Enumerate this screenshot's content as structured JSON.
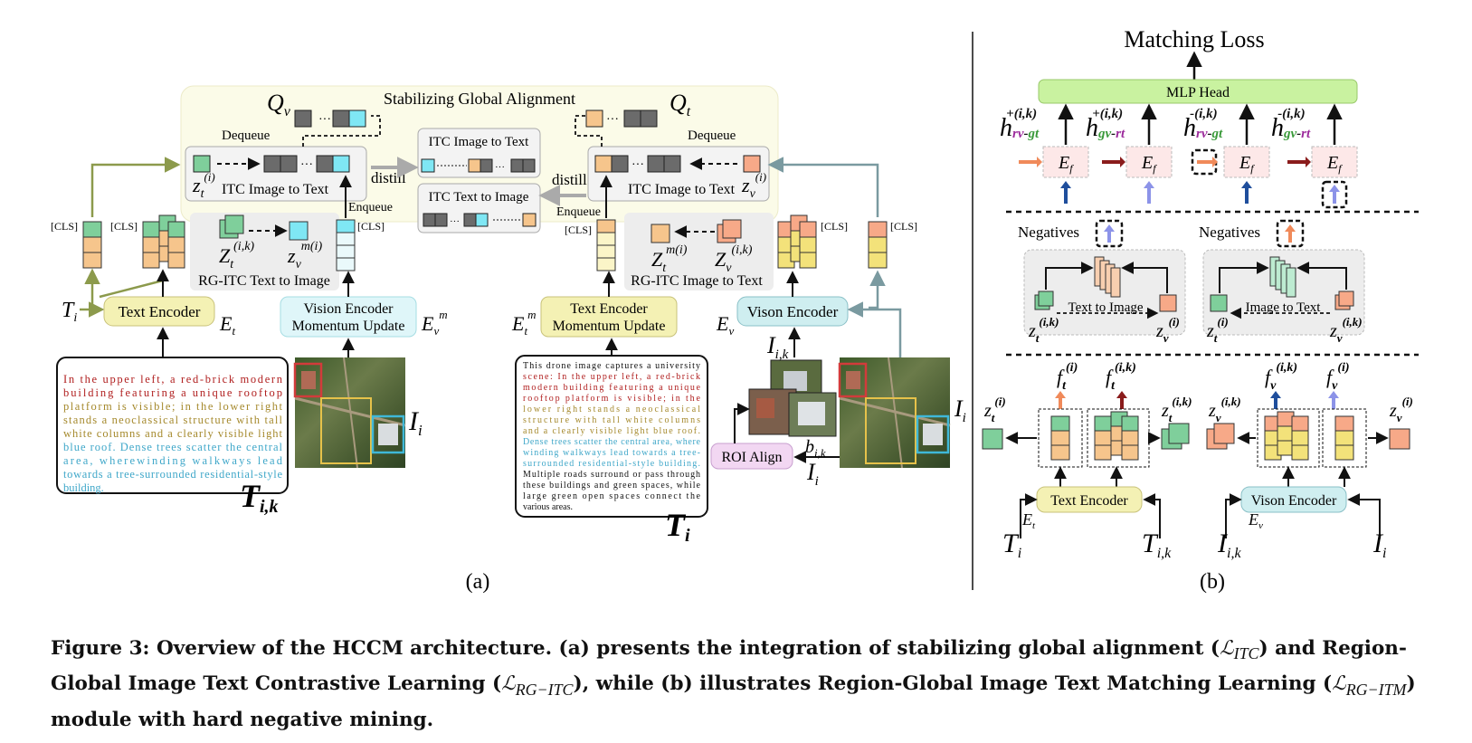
{
  "panel_a": {
    "label": "(a)",
    "stabilizing_title": "Stabilizing Global Alignment",
    "dequeue": "Dequeue",
    "enqueue": "Enqueue",
    "distill": "distill",
    "itc_image_to_text": "ITC Image to Text",
    "itc_text_to_image": "ITC Text to Image",
    "rg_itc_text_to_image": "RG-ITC Text to Image",
    "rg_itc_image_to_text": "RG-ITC Image to Text",
    "cls": "[CLS]",
    "text_encoder": "Text Encoder",
    "vision_encoder_momentum_1": "Vision Encoder",
    "vision_encoder_momentum_2": "Momentum Update",
    "text_encoder_momentum_1": "Text Encoder",
    "text_encoder_momentum_2": "Momentum Update",
    "vison_encoder": "Vison Encoder",
    "roi_align": "ROI Align",
    "caption_left": [
      {
        "text": "In the upper left, a red-brick modern",
        "color": "#b01e1e"
      },
      {
        "text": "building featuring a unique rooftop",
        "color": "#b01e1e"
      },
      {
        "text": "platform is visible; in the lower right",
        "color": "#a5892c"
      },
      {
        "text": "stands a neoclassical structure with tall",
        "color": "#a5892c"
      },
      {
        "text": "white columns and a clearly visible light",
        "color": "#a5892c"
      },
      {
        "text": "blue roof. Dense trees scatter the central",
        "color": "#3fa7c9"
      },
      {
        "text": "area, wherewinding walkways lead",
        "color": "#3fa7c9"
      },
      {
        "text": "towards a tree-surrounded residential-style",
        "color": "#3fa7c9"
      },
      {
        "text": "building.",
        "color": "#3fa7c9"
      }
    ],
    "caption_right": [
      {
        "text": "This drone image captures a university",
        "color": "#111111"
      },
      {
        "text": "scene: In the upper left, a red-brick",
        "color": "#b01e1e"
      },
      {
        "text": "modern building featuring a unique",
        "color": "#b01e1e"
      },
      {
        "text": "rooftop platform is visible; in the",
        "color": "#b01e1e"
      },
      {
        "text": "lower right stands a neoclassical",
        "color": "#a5892c"
      },
      {
        "text": "structure with tall white columns",
        "color": "#a5892c"
      },
      {
        "text": "and a clearly visible light blue roof.",
        "color": "#a5892c"
      },
      {
        "text": "Dense trees scatter the central area, where",
        "color": "#3fa7c9"
      },
      {
        "text": "winding walkways lead towards a tree-",
        "color": "#3fa7c9"
      },
      {
        "text": "surrounded residential-style building.",
        "color": "#3fa7c9"
      },
      {
        "text": "Multiple roads surround or pass through",
        "color": "#111111"
      },
      {
        "text": "these buildings and green spaces, while",
        "color": "#111111"
      },
      {
        "text": "large green open spaces connect the",
        "color": "#111111"
      },
      {
        "text": "various areas.",
        "color": "#111111"
      }
    ]
  },
  "panel_b": {
    "label": "(b)",
    "matching_loss": "Matching Loss",
    "mlp_head": "MLP Head",
    "negatives": "Negatives",
    "text_to_image": "Text to Image",
    "image_to_text": "Image to Text",
    "text_encoder": "Text Encoder",
    "vison_encoder": "Vison Encoder"
  },
  "caption": {
    "part1": "Figure 3: Overview of the HCCM architecture. (a) presents the integration of stabilizing global alignment (",
    "math1": "ℒ",
    "sub1": "ITC",
    "part2": ") and Region-Global Image Text Contrastive Learning (",
    "math2": "ℒ",
    "sub2": "RG−ITC",
    "part3": "), while (b) illustrates Region-Global Image Text Matching Learning (",
    "math3": "ℒ",
    "sub3": "RG−ITM",
    "part4": ") module with hard negative mining."
  },
  "colors": {
    "green": "#7fcf9b",
    "orange": "#f6c58c",
    "cyan": "#7fe7f4",
    "yellow": "#f3e27a",
    "salmon": "#f7a988",
    "gray": "#6b6b6b",
    "encoder_fill": "#f4f1b4",
    "vision_fill": "#cfeef0",
    "mlp_fill": "#c9f2a0",
    "roi_fill": "#f2d7f2",
    "panel_bg": "#fbfbe9"
  }
}
